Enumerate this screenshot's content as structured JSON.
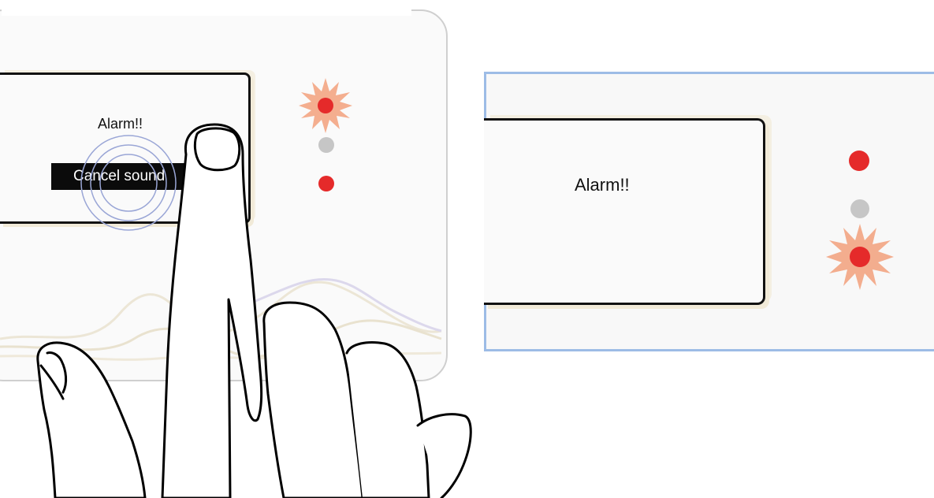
{
  "left_device": {
    "alarm_text": "Alarm!!",
    "cancel_button_label": "Cancel sound"
  },
  "right_device": {
    "alarm_text": "Alarm!!"
  },
  "colors": {
    "led_red": "#e52a2a",
    "led_gray": "#c6c6c6",
    "flash": "#f2a07b",
    "right_frame": "#9dbce6"
  }
}
